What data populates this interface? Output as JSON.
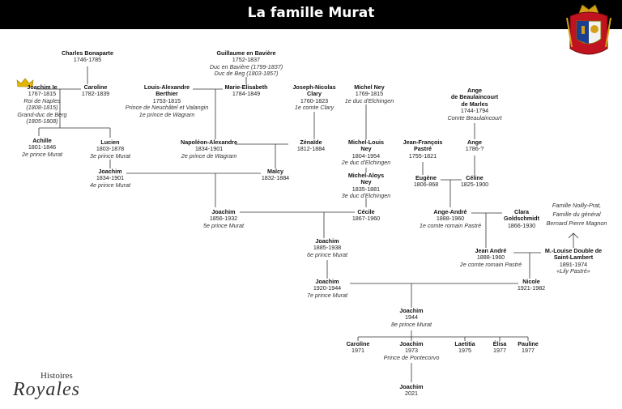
{
  "title": "La famille Murat",
  "logo": {
    "line1": "Histoires",
    "line2": "Royales"
  },
  "note": [
    "Famille Noilly-Prat,",
    "Famille du général",
    "Bernard Pierre Magnon"
  ],
  "people": {
    "charles_bonaparte": {
      "name": [
        "Charles Bonaparte"
      ],
      "dates": "1746-1785",
      "titles": []
    },
    "guillaume": {
      "name": [
        "Guillaume en Bavière"
      ],
      "dates": "1752-1837",
      "titles": [
        "Duc en Bavière (1799-1837)",
        "Duc de Beg (1803-1857)"
      ]
    },
    "joachim1": {
      "name": [
        "Joachim Ie"
      ],
      "dates": "1767-1815",
      "titles": [
        "Roi de Naples",
        "(1808-1815)",
        "Grand-duc de Berg",
        "(1805-1808)"
      ]
    },
    "caroline1": {
      "name": [
        "Caroline"
      ],
      "dates": "1782-1839",
      "titles": []
    },
    "berthier": {
      "name": [
        "Louis-Alexandre",
        "Berthier"
      ],
      "dates": "1753-1815",
      "titles": [
        "Prince de Neuchâtel et Valangin",
        "1e prince de Wagram"
      ]
    },
    "marie_elisabeth": {
      "name": [
        "Marie-Elisabeth"
      ],
      "dates": "1784-1849",
      "titles": []
    },
    "clary": {
      "name": [
        "Joseph-Nicolas",
        "Clary"
      ],
      "dates": "1760-1823",
      "titles": [
        "1e comte Clary"
      ]
    },
    "michel_ney": {
      "name": [
        "Michel Ney"
      ],
      "dates": "1769-1815",
      "titles": [
        "1e duc d'Elchingen"
      ]
    },
    "ange_beaulaincourt": {
      "name": [
        "Ange",
        "de Beaulaincourt",
        "de Marles"
      ],
      "dates": "1744-1794",
      "titles": [
        "Comte Beaulaincourt"
      ]
    },
    "achille": {
      "name": [
        "Achille"
      ],
      "dates": "1801-1846",
      "titles": [
        "2e prince Murat"
      ]
    },
    "lucien": {
      "name": [
        "Lucien"
      ],
      "dates": "1803-1878",
      "titles": [
        "3e prince Murat"
      ]
    },
    "napoleon_alexandre": {
      "name": [
        "Napoléon-Alexandre"
      ],
      "dates": "1834-1901",
      "titles": [
        "2e prince de Wagram"
      ]
    },
    "zenaide": {
      "name": [
        "Zénaïde"
      ],
      "dates": "1812-1884",
      "titles": []
    },
    "michel_louis": {
      "name": [
        "Michel-Louis",
        "Ney"
      ],
      "dates": "1804-1954",
      "titles": [
        "2e duc d'Elchingen"
      ]
    },
    "jf_pastre": {
      "name": [
        "Jean-François",
        "Pastré"
      ],
      "dates": "1755-1821",
      "titles": []
    },
    "ange2": {
      "name": [
        "Ange"
      ],
      "dates": "1786-?",
      "titles": []
    },
    "joachim2": {
      "name": [
        "Joachim"
      ],
      "dates": "1834-1901",
      "titles": [
        "4e prince Murat"
      ]
    },
    "malcy": {
      "name": [
        "Malcy"
      ],
      "dates": "1832-1884",
      "titles": []
    },
    "michel_aloys": {
      "name": [
        "Michel-Aloys",
        "Ney"
      ],
      "dates": "1835-1881",
      "titles": [
        "3e duc d'Elchingen"
      ]
    },
    "eugene": {
      "name": [
        "Eugène"
      ],
      "dates": "1806-868",
      "titles": []
    },
    "celine": {
      "name": [
        "Céline"
      ],
      "dates": "1825-1900",
      "titles": []
    },
    "joachim3": {
      "name": [
        "Joachim"
      ],
      "dates": "1856-1932",
      "titles": [
        "5e prince Murat"
      ]
    },
    "cecile": {
      "name": [
        "Cécile"
      ],
      "dates": "1867-1960",
      "titles": []
    },
    "ange_andre": {
      "name": [
        "Ange-André"
      ],
      "dates": "1888-1960",
      "titles": [
        "1e comte romain Pastré"
      ]
    },
    "clara": {
      "name": [
        "Clara",
        "Goldschmidt"
      ],
      "dates": "1866-1930",
      "titles": []
    },
    "joachim4": {
      "name": [
        "Joachim"
      ],
      "dates": "1885-1938",
      "titles": [
        "6e prince Murat"
      ]
    },
    "jean_andre": {
      "name": [
        "Jean André"
      ],
      "dates": "1888-1960",
      "titles": [
        "2e comte romain Pastré"
      ]
    },
    "louise": {
      "name": [
        "M.-Louise Double de",
        "Saint-Lambert"
      ],
      "dates": "1891-1974",
      "titles": [
        "«Lily Pastré»"
      ]
    },
    "joachim5": {
      "name": [
        "Joachim"
      ],
      "dates": "1920-1944",
      "titles": [
        "7e prince Murat"
      ]
    },
    "nicole": {
      "name": [
        "Nicole"
      ],
      "dates": "1921-1982",
      "titles": []
    },
    "joachim6": {
      "name": [
        "Joachim"
      ],
      "dates": "1944",
      "titles": [
        "8e prince Murat"
      ]
    },
    "caroline2": {
      "name": [
        "Caroline"
      ],
      "dates": "1971",
      "titles": []
    },
    "joachim7": {
      "name": [
        "Joachim"
      ],
      "dates": "1973",
      "titles": [
        "Prince de Pontecorvo"
      ]
    },
    "laetitia": {
      "name": [
        "Laetitia"
      ],
      "dates": "1975",
      "titles": []
    },
    "elisa": {
      "name": [
        "Élisa"
      ],
      "dates": "1977",
      "titles": []
    },
    "pauline": {
      "name": [
        "Pauline"
      ],
      "dates": "1977",
      "titles": []
    },
    "joachim8": {
      "name": [
        "Joachim"
      ],
      "dates": "2021",
      "titles": []
    }
  }
}
